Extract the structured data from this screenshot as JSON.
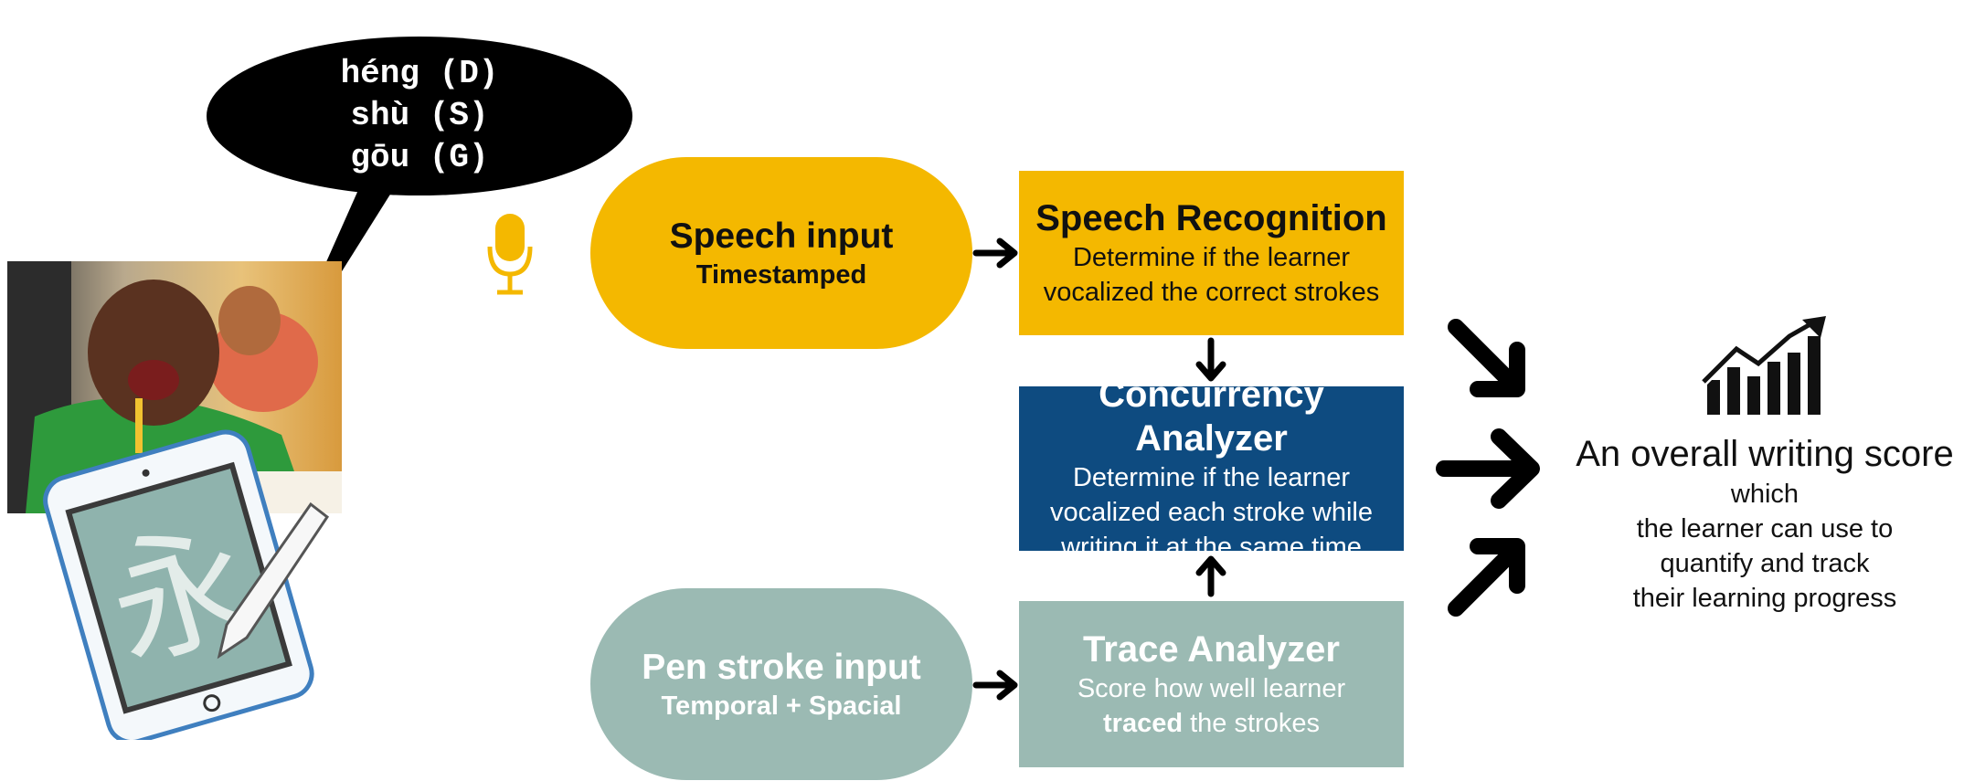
{
  "speech_bubble": {
    "lines": [
      "héng (D)",
      "shù (S)",
      "gōu (G)"
    ]
  },
  "illustration": {
    "photo": "child-writing-photo",
    "tablet_character": "永"
  },
  "speech_input": {
    "title": "Speech input",
    "subtitle": "Timestamped"
  },
  "pen_input": {
    "title": "Pen stroke input",
    "subtitle": "Temporal + Spacial"
  },
  "speech_recognition": {
    "title": "Speech Recognition",
    "desc_line1": "Determine if the learner",
    "desc_line2": "vocalized the correct strokes"
  },
  "concurrency_analyzer": {
    "title": "Concurrency Analyzer",
    "desc_line1": "Determine if the learner",
    "desc_line2": "vocalized each stroke while",
    "desc_line3": "writing it at the same time"
  },
  "trace_analyzer": {
    "title": "Trace Analyzer",
    "desc_line1": "Score how well learner",
    "desc_bold": "traced",
    "desc_rest": " the strokes"
  },
  "result": {
    "title": "An overall writing score",
    "line1": "which",
    "line2": "the learner can use to",
    "line3": "quantify and track",
    "line4": "their learning progress"
  },
  "colors": {
    "yellow": "#f4b800",
    "blue": "#0e4b80",
    "teal": "#9bbab3",
    "black": "#000000"
  },
  "icons": [
    "microphone-icon",
    "chart-growth-icon",
    "arrow-icon"
  ]
}
